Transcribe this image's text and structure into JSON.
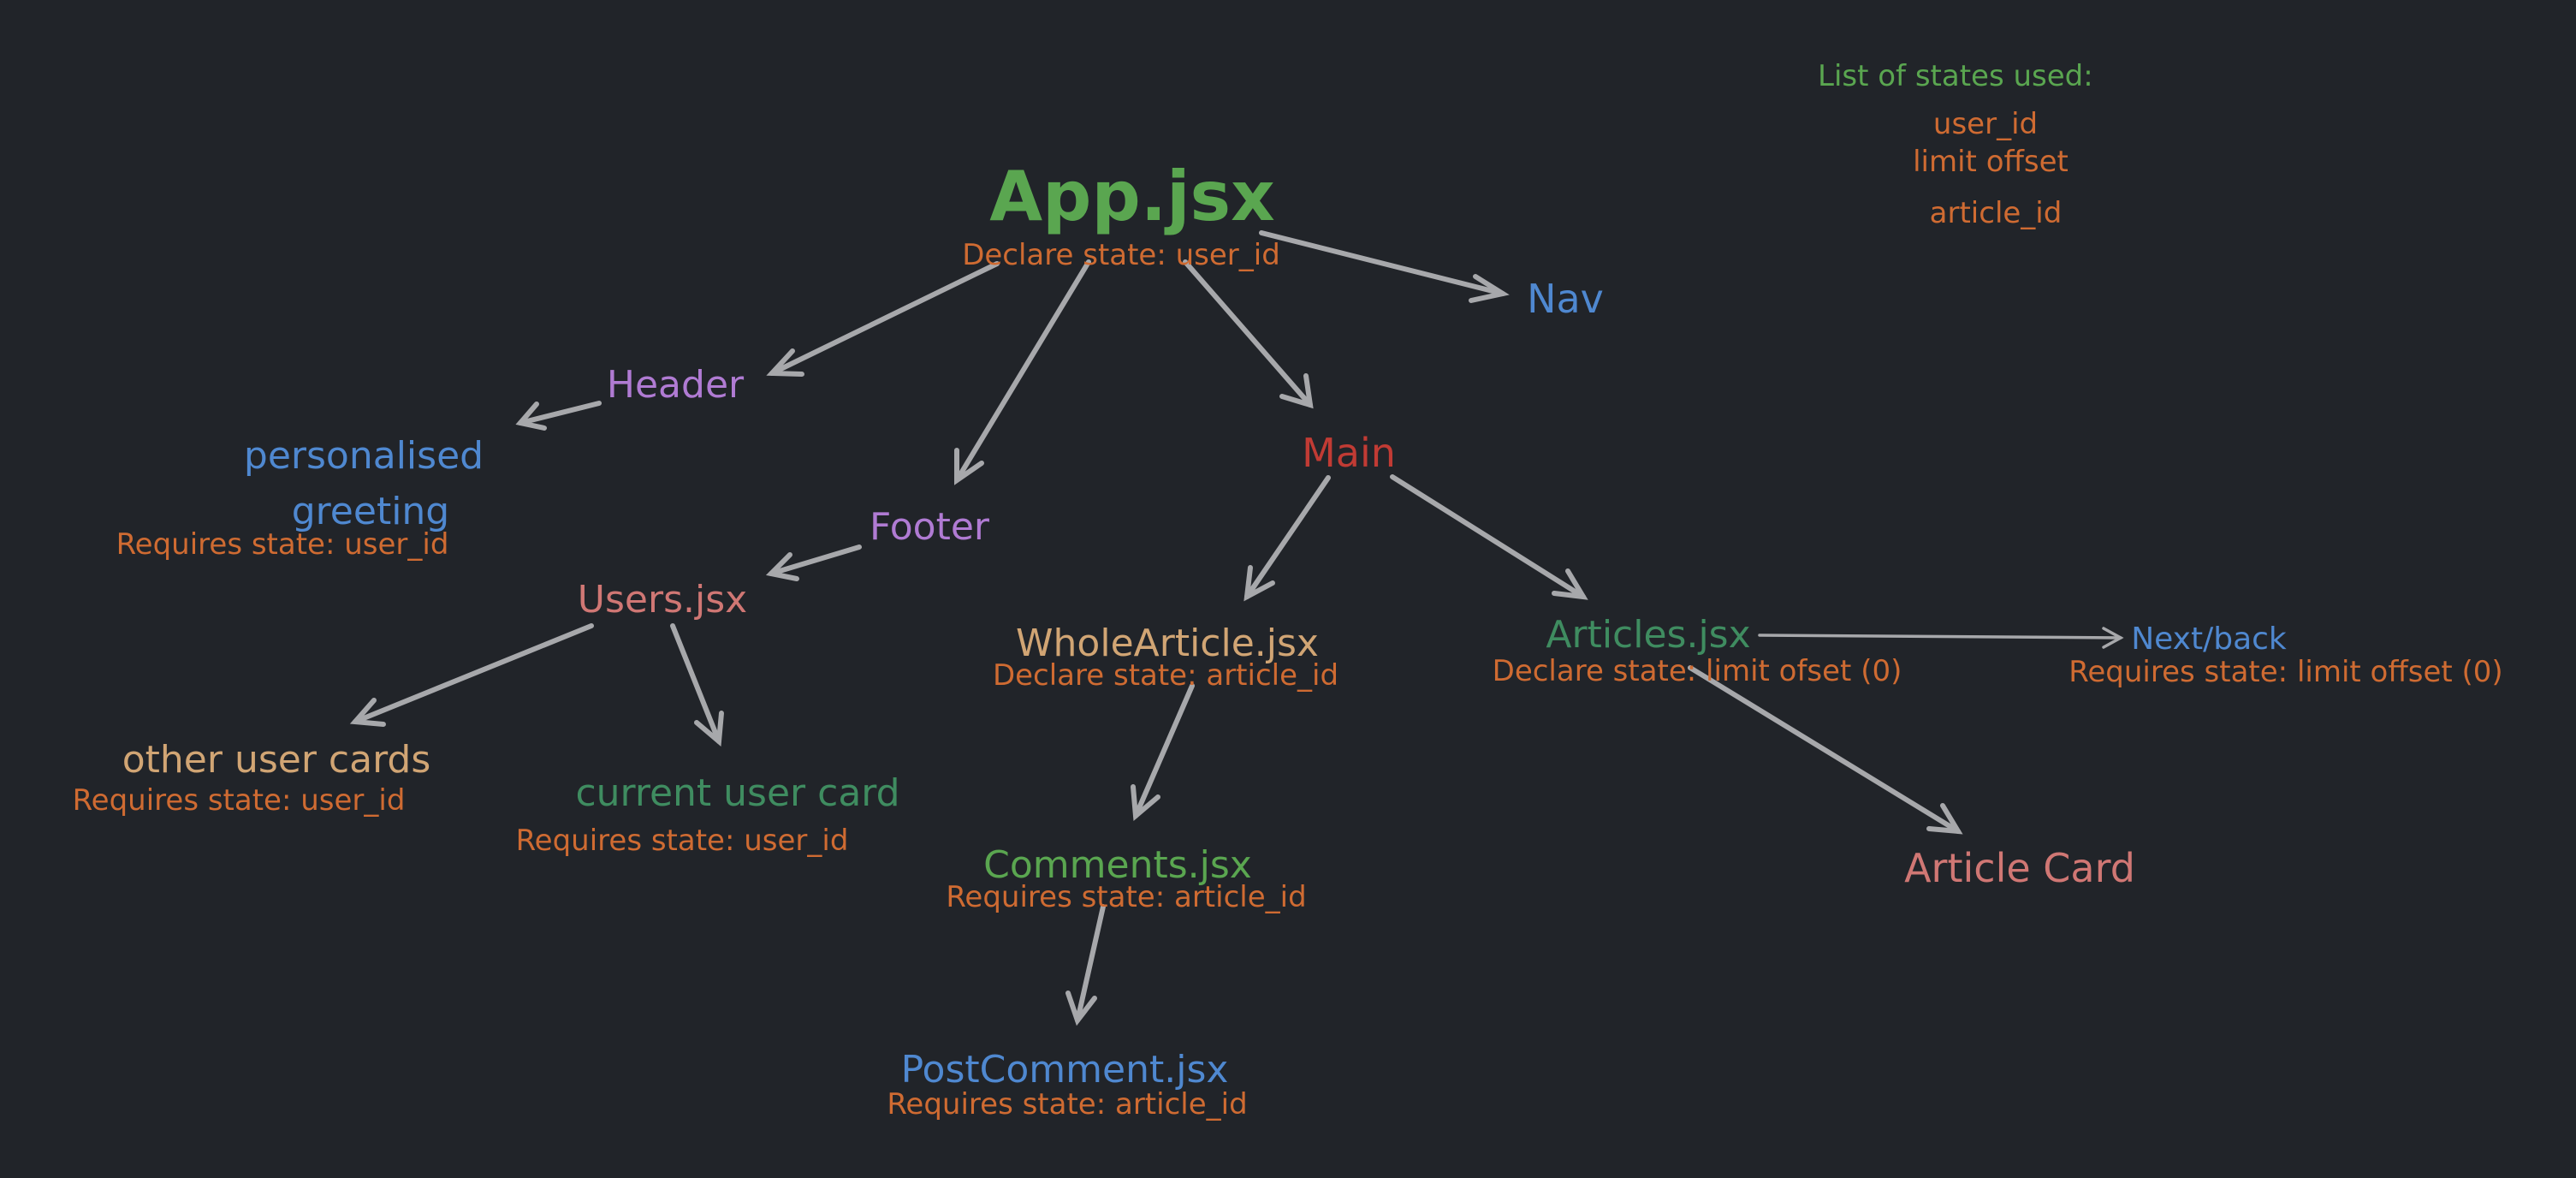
{
  "colors": {
    "background": "#212429",
    "arrow": "#a7a8ab",
    "note": "#cf6b32",
    "green": "#5aa650",
    "green_dark": "#3f8c60",
    "blue": "#4f88d0",
    "purple": "#b07bd3",
    "red": "#c13b34",
    "salmon": "#d07774",
    "tan": "#d1a574"
  },
  "legend": {
    "title": "List of states used:",
    "states": [
      "user_id",
      "limit offset",
      "article_id"
    ]
  },
  "nodes": {
    "app": {
      "label": "App.jsx",
      "note": "Declare state: user_id"
    },
    "nav": {
      "label": "Nav"
    },
    "header": {
      "label": "Header"
    },
    "greeting": {
      "label_line1": "personalised",
      "label_line2": "greeting",
      "note": "Requires state: user_id"
    },
    "footer": {
      "label": "Footer"
    },
    "users": {
      "label": "Users.jsx"
    },
    "other_cards": {
      "label": "other user cards",
      "note": "Requires state: user_id"
    },
    "current_card": {
      "label": "current user card",
      "note": "Requires state: user_id"
    },
    "main": {
      "label": "Main"
    },
    "whole_article": {
      "label": "WholeArticle.jsx",
      "note": "Declare state: article_id"
    },
    "comments": {
      "label": "Comments.jsx",
      "note": "Requires state: article_id"
    },
    "post_comment": {
      "label": "PostComment.jsx",
      "note": "Requires state: article_id"
    },
    "articles": {
      "label": "Articles.jsx",
      "note": "Declare state: limit ofset (0)"
    },
    "next_back": {
      "label": "Next/back",
      "note": "Requires state: limit offset (0)"
    },
    "article_card": {
      "label": "Article Card"
    }
  }
}
